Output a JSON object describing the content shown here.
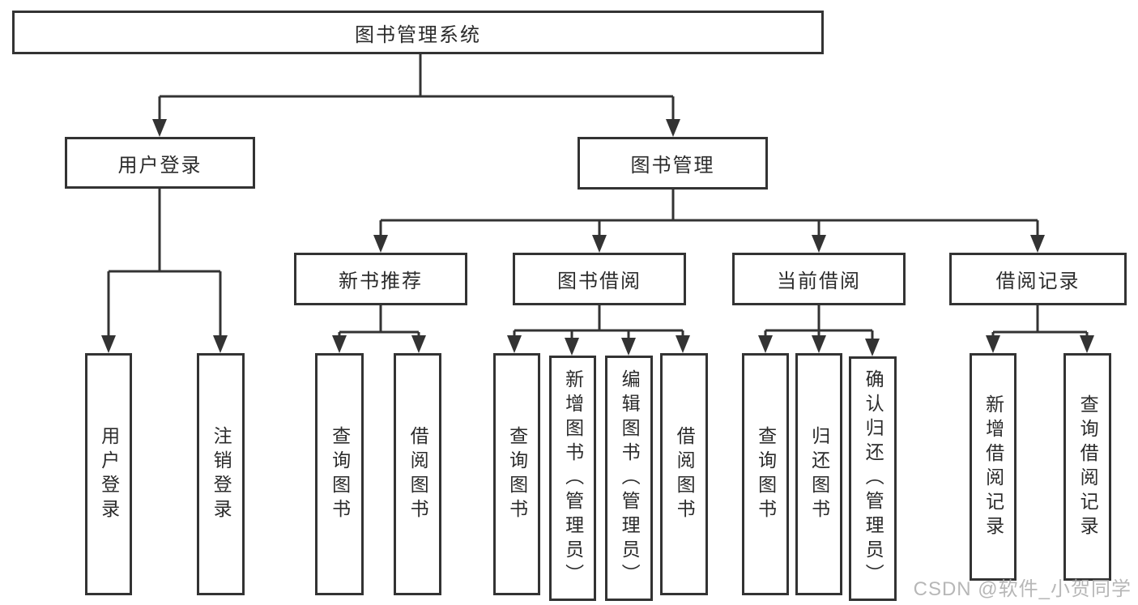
{
  "diagram": {
    "root": {
      "label": "图书管理系统"
    },
    "branches": [
      {
        "label": "用户登录",
        "children": [
          {
            "label": "用户登录"
          },
          {
            "label": "注销登录"
          }
        ]
      },
      {
        "label": "图书管理",
        "children": [
          {
            "label": "新书推荐",
            "children": [
              {
                "label": "查询图书"
              },
              {
                "label": "借阅图书"
              }
            ]
          },
          {
            "label": "图书借阅",
            "children": [
              {
                "label": "查询图书"
              },
              {
                "label": "新增图书（管理员）"
              },
              {
                "label": "编辑图书（管理员）"
              },
              {
                "label": "借阅图书"
              }
            ]
          },
          {
            "label": "当前借阅",
            "children": [
              {
                "label": "查询图书"
              },
              {
                "label": "归还图书"
              },
              {
                "label": "确认归还（管理员）"
              }
            ]
          },
          {
            "label": "借阅记录",
            "children": [
              {
                "label": "新增借阅记录"
              },
              {
                "label": "查询借阅记录"
              }
            ]
          }
        ]
      }
    ]
  },
  "watermark": {
    "text": "CSDN @软件_小贺同学"
  },
  "colors": {
    "line": "#333333",
    "border": "#333333",
    "text": "#2b2b2b",
    "watermark": "#ababab",
    "background": "#ffffff"
  }
}
